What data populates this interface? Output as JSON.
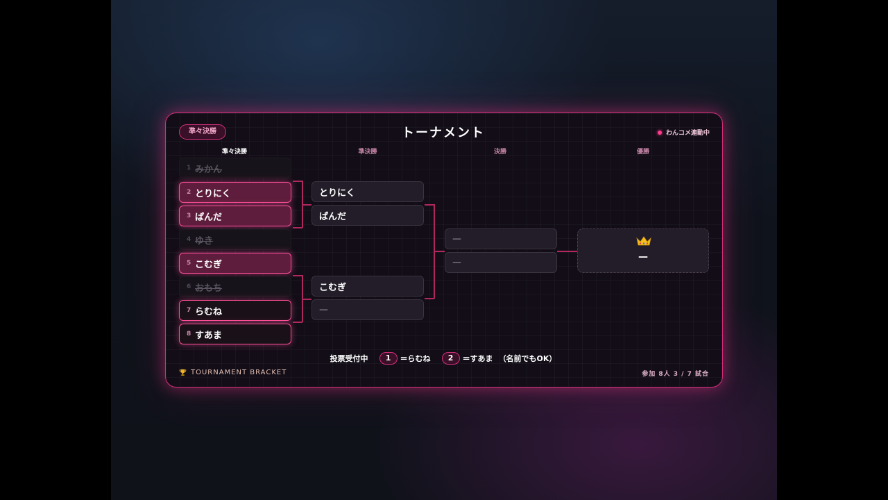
{
  "header": {
    "stage_badge": "準々決勝",
    "title": "トーナメント",
    "live_label": "わんコメ連動中"
  },
  "columns": [
    "準々決勝",
    "準決勝",
    "決勝",
    "優勝"
  ],
  "colors": {
    "accent": "#d6307c",
    "highlight": "#ff4f9a",
    "background": "#120d17"
  },
  "bracket": {
    "round1": [
      {
        "seed": "1",
        "name": "みかん",
        "state": "eliminated"
      },
      {
        "seed": "2",
        "name": "とりにく",
        "state": "winner"
      },
      {
        "seed": "3",
        "name": "ぱんだ",
        "state": "winner"
      },
      {
        "seed": "4",
        "name": "ゆき",
        "state": "eliminated"
      },
      {
        "seed": "5",
        "name": "こむぎ",
        "state": "winner"
      },
      {
        "seed": "6",
        "name": "おもち",
        "state": "eliminated"
      },
      {
        "seed": "7",
        "name": "らむね",
        "state": "voting"
      },
      {
        "seed": "8",
        "name": "すあま",
        "state": "voting"
      }
    ],
    "round2": [
      "とりにく",
      "ぱんだ",
      "こむぎ",
      "—"
    ],
    "round3": [
      "—",
      "—"
    ],
    "champion": {
      "icon": "crown-icon",
      "name": "—"
    }
  },
  "vote": {
    "label": "投票受付中",
    "option1_num": "1",
    "option1_text": "＝らむね",
    "option2_num": "2",
    "option2_text": "＝すあま",
    "note": "（名前でもOK）"
  },
  "footer": {
    "brand_icon": "trophy-icon",
    "brand": "TOURNAMENT BRACKET",
    "stats": "参加 8人 3 / 7 試合"
  }
}
